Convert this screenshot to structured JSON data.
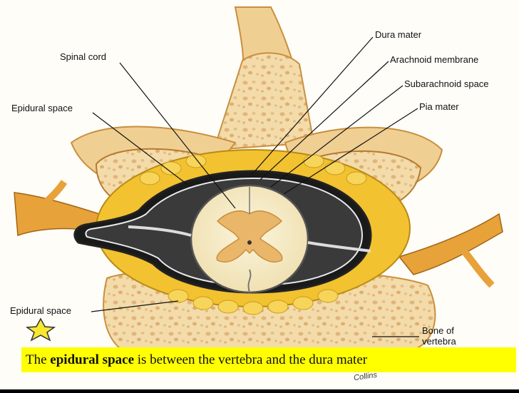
{
  "labels": {
    "spinal_cord": "Spinal cord",
    "epidural_space_top": "Epidural space",
    "dura_mater": "Dura mater",
    "arachnoid": "Arachnoid membrane",
    "subarachnoid": "Subarachnoid space",
    "pia_mater": "Pia mater",
    "epidural_space_bottom": "Epidural space",
    "bone_line1": "Bone of",
    "bone_line2": "vertebra"
  },
  "caption": {
    "prefix": "The ",
    "bold": "epidural space",
    "suffix": " is between the vertebra and the dura mater"
  },
  "credit": "Collins",
  "colors": {
    "background": "#ffffff",
    "bone": "#f3dcaa",
    "bone_shade": "#d9a95a",
    "fat": "#f2c230",
    "cord": "#f7efcf",
    "grey_matter": "#e9b66a",
    "caption_bg": "#ffff00"
  }
}
